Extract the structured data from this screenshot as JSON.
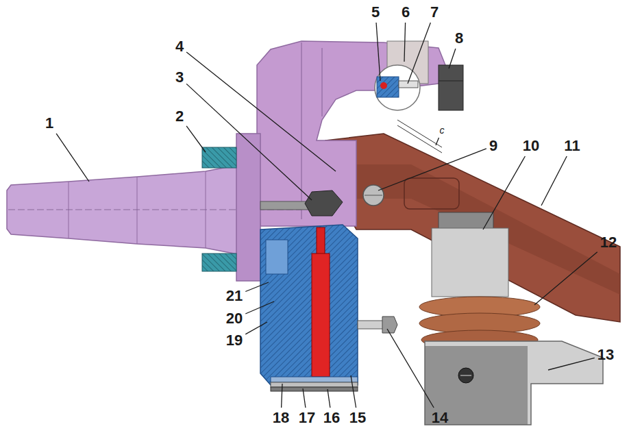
{
  "diagram": {
    "labels": [
      "1",
      "2",
      "3",
      "4",
      "5",
      "6",
      "7",
      "8",
      "9",
      "10",
      "11",
      "12",
      "13",
      "14",
      "15",
      "16",
      "17",
      "18",
      "19",
      "20",
      "21",
      "c"
    ]
  }
}
